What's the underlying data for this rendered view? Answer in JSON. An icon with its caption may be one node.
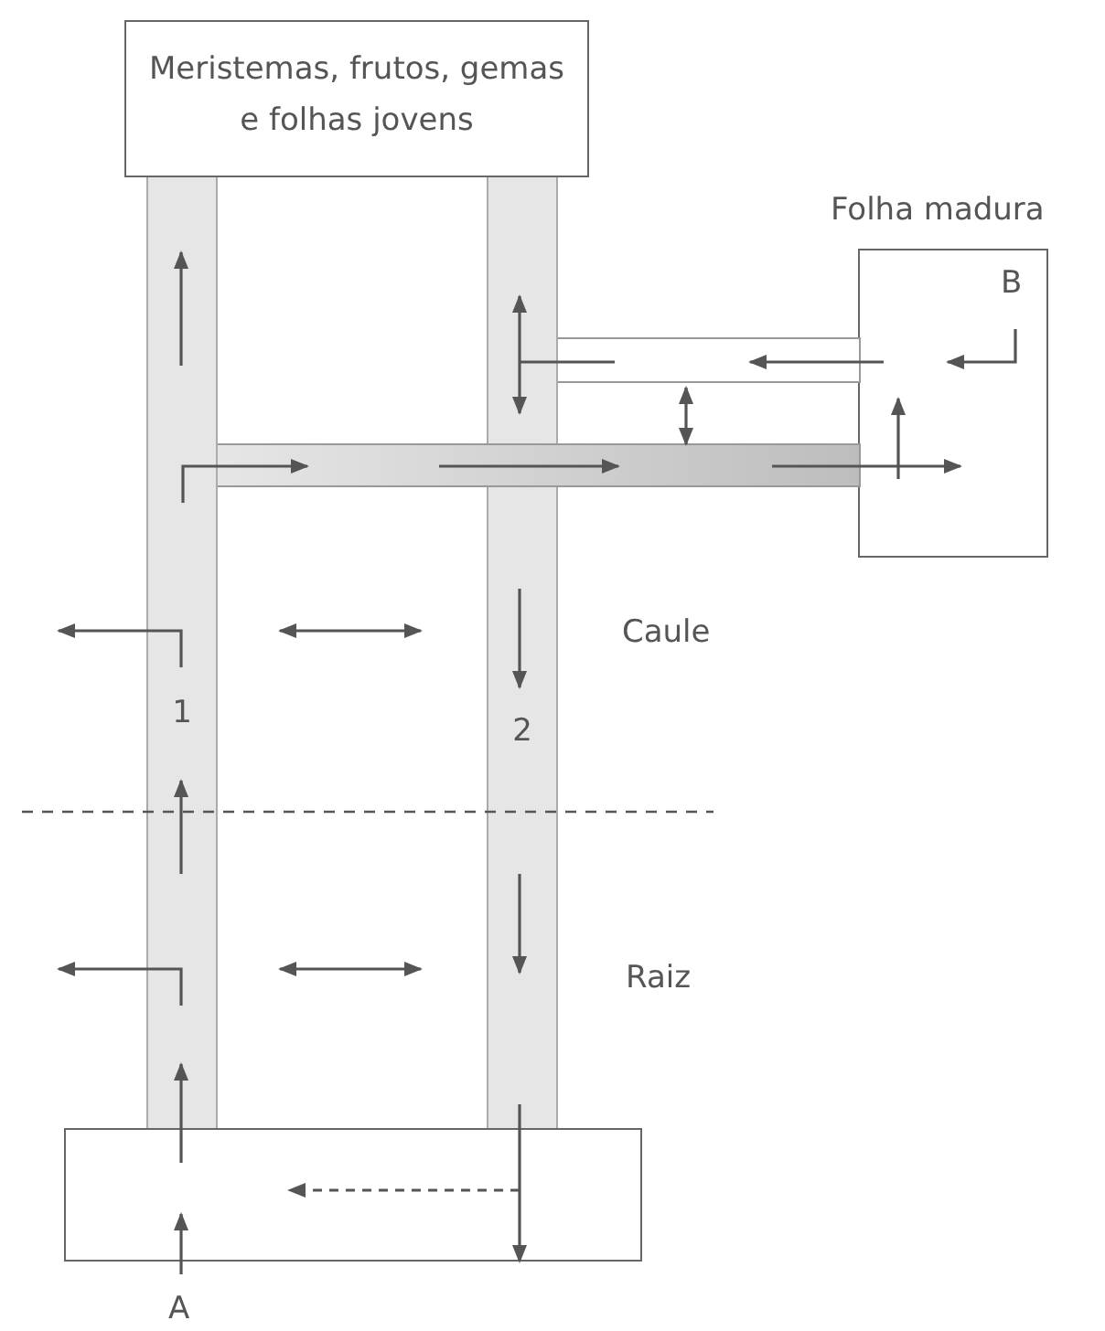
{
  "diagram": {
    "nodes": [
      {
        "text": [
          "Meristemas, frutos, gemas e folhas jovens"
        ]
      },
      {
        "text": [
          "1"
        ]
      },
      {
        "text": [
          "2"
        ]
      },
      {
        "text": [
          "Folha madura",
          "B"
        ]
      },
      {
        "text": [],
        "shape": "box"
      }
    ],
    "edges": [
      {
        "from": 4,
        "to": 1,
        "arrow": "to"
      },
      {
        "from": 2,
        "to": 4,
        "arrow": "to"
      }
    ],
    "labels": [
      "Caule",
      "Raiz",
      "A"
    ]
  }
}
